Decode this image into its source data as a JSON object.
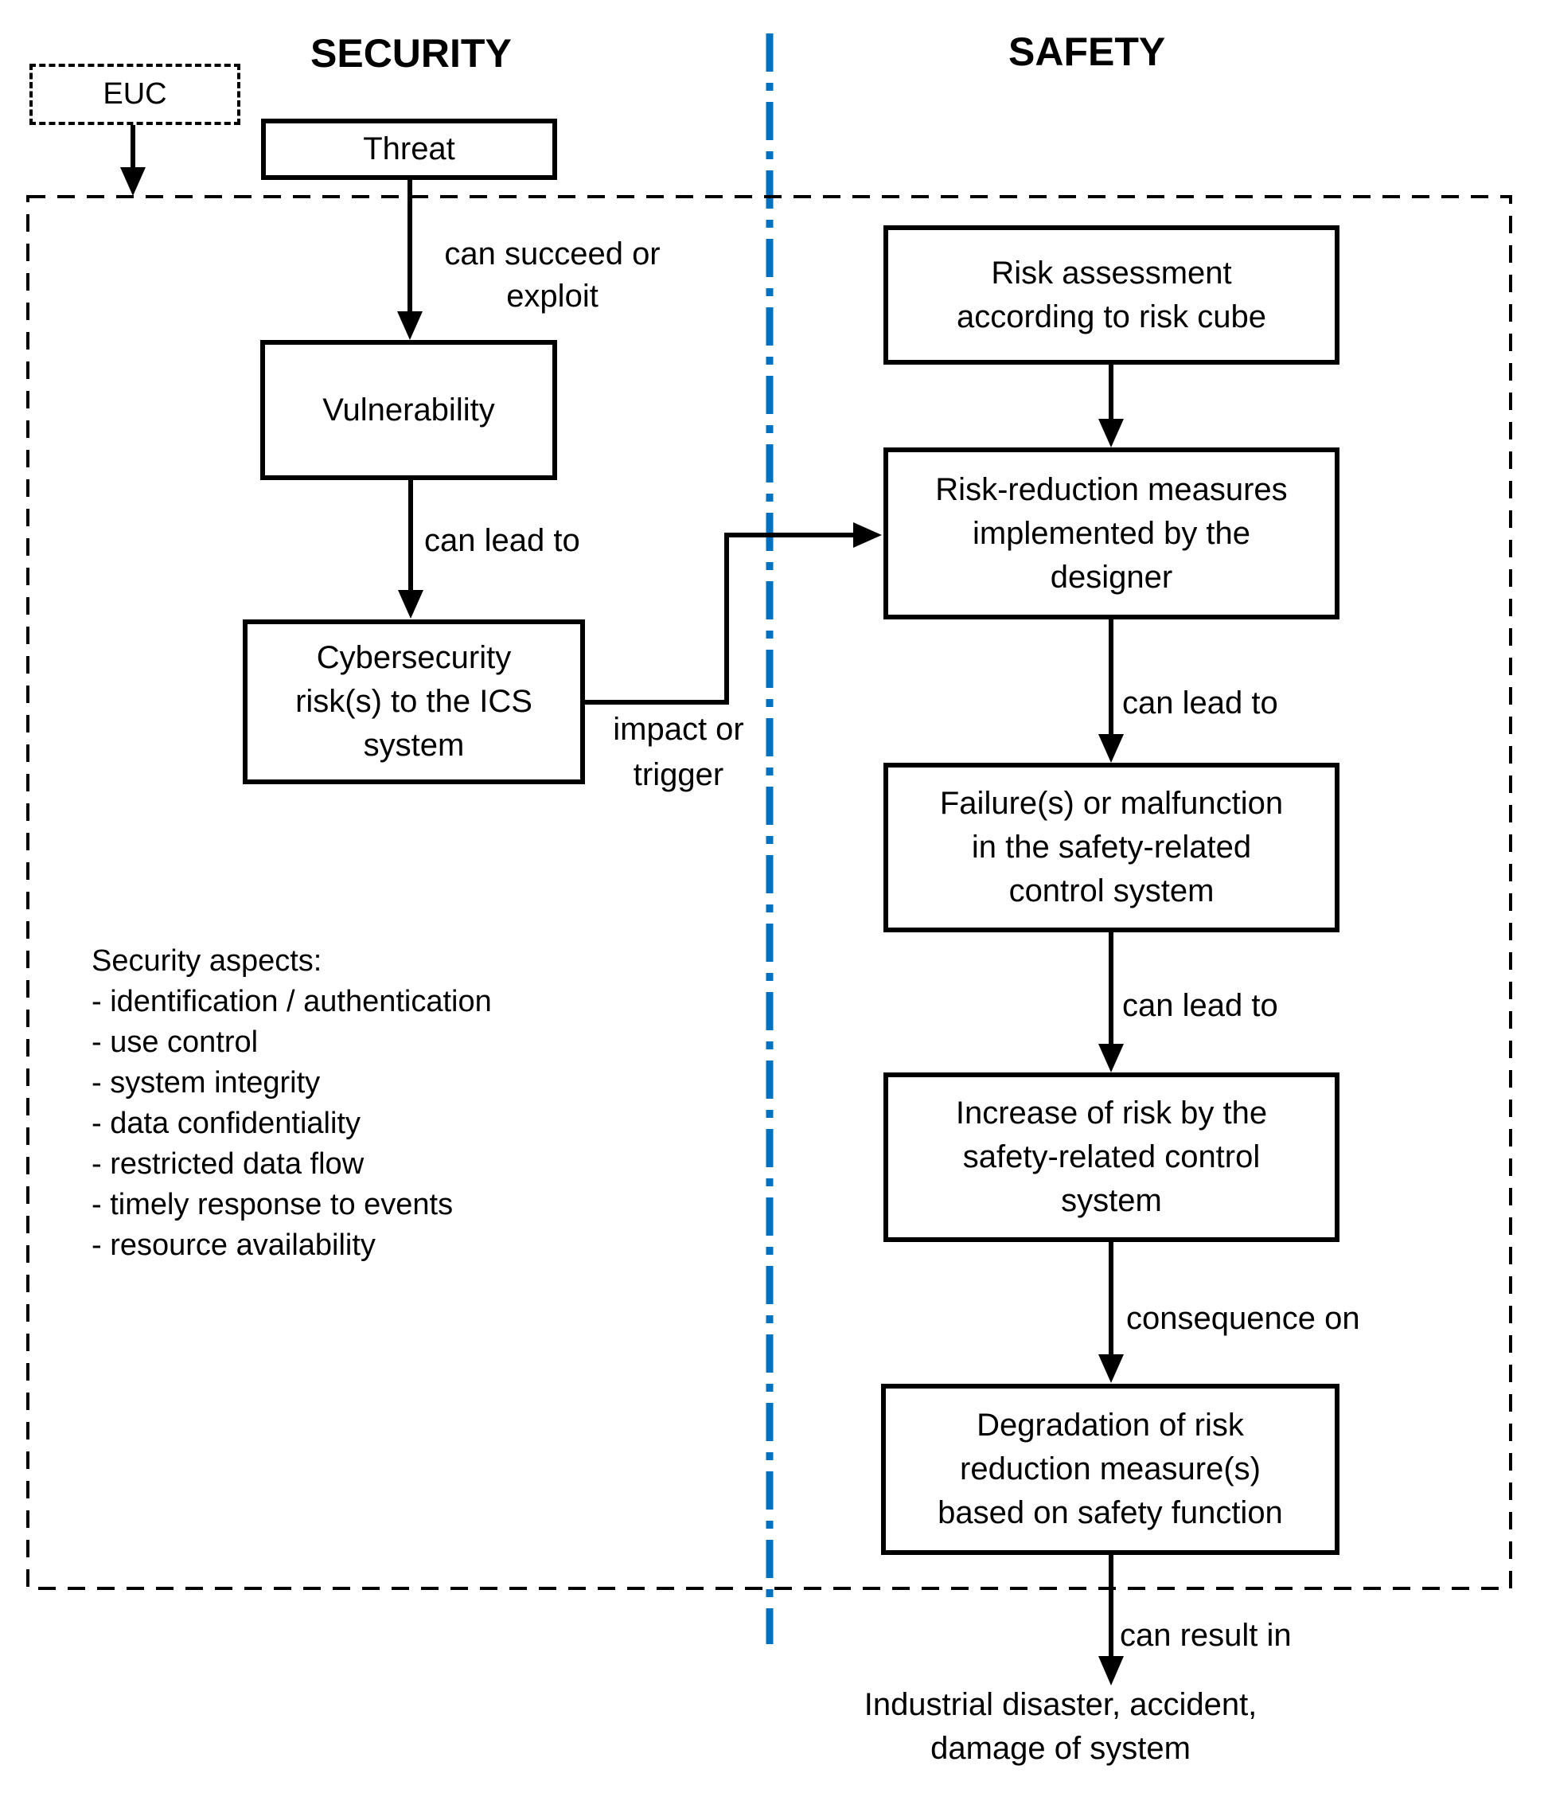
{
  "titles": {
    "security": "SECURITY",
    "safety": "SAFETY"
  },
  "colors": {
    "divider": "#0070C0",
    "line": "#000000"
  },
  "euc": {
    "label": "EUC"
  },
  "security_column": {
    "threat": {
      "label": "Threat"
    },
    "vulnerability": {
      "label": "Vulnerability"
    },
    "cybersecurity_risk": {
      "lines": [
        "Cybersecurity",
        "risk(s) to the ICS",
        "system"
      ]
    },
    "edge_labels": {
      "threat_to_vulnerability": {
        "lines": [
          "can succeed or",
          "exploit"
        ]
      },
      "vulnerability_to_risk": "can lead to",
      "risk_to_measures": {
        "lines": [
          "impact or",
          "trigger"
        ]
      }
    },
    "aspects": {
      "heading": "Security aspects:",
      "items": [
        "- identification / authentication",
        "- use control",
        "- system integrity",
        "- data confidentiality",
        "- restricted data flow",
        "- timely response to events",
        "- resource availability"
      ]
    }
  },
  "safety_column": {
    "risk_assessment": {
      "lines": [
        "Risk assessment",
        "according to risk cube"
      ]
    },
    "risk_reduction": {
      "lines": [
        "Risk-reduction measures",
        "implemented by the",
        "designer"
      ]
    },
    "failure": {
      "lines": [
        "Failure(s) or malfunction",
        "in the safety-related",
        "control system"
      ]
    },
    "increase": {
      "lines": [
        "Increase of risk by the",
        "safety-related control",
        "system"
      ]
    },
    "degradation": {
      "lines": [
        "Degradation of risk",
        "reduction measure(s)",
        "based on safety function"
      ]
    },
    "edge_labels": {
      "reduction_to_failure": "can lead to",
      "failure_to_increase": "can lead to",
      "increase_to_degradation": "consequence on",
      "degradation_to_outcome": "can result in"
    },
    "outcome": {
      "lines": [
        "Industrial disaster, accident,",
        "damage of system"
      ]
    }
  }
}
